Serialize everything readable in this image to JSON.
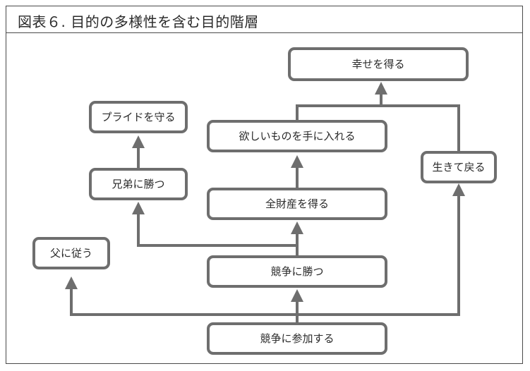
{
  "title": "図表６. 目的の多様性を含む目的階層",
  "nodes": {
    "happiness": "幸せを得る",
    "pride": "プライドを守る",
    "want": "欲しいものを手に入れる",
    "live_return": "生きて戻る",
    "beat_brother": "兄弟に勝つ",
    "all_wealth": "全財産を得る",
    "obey_father": "父に従う",
    "win_competition": "競争に勝つ",
    "join_competition": "競争に参加する"
  }
}
